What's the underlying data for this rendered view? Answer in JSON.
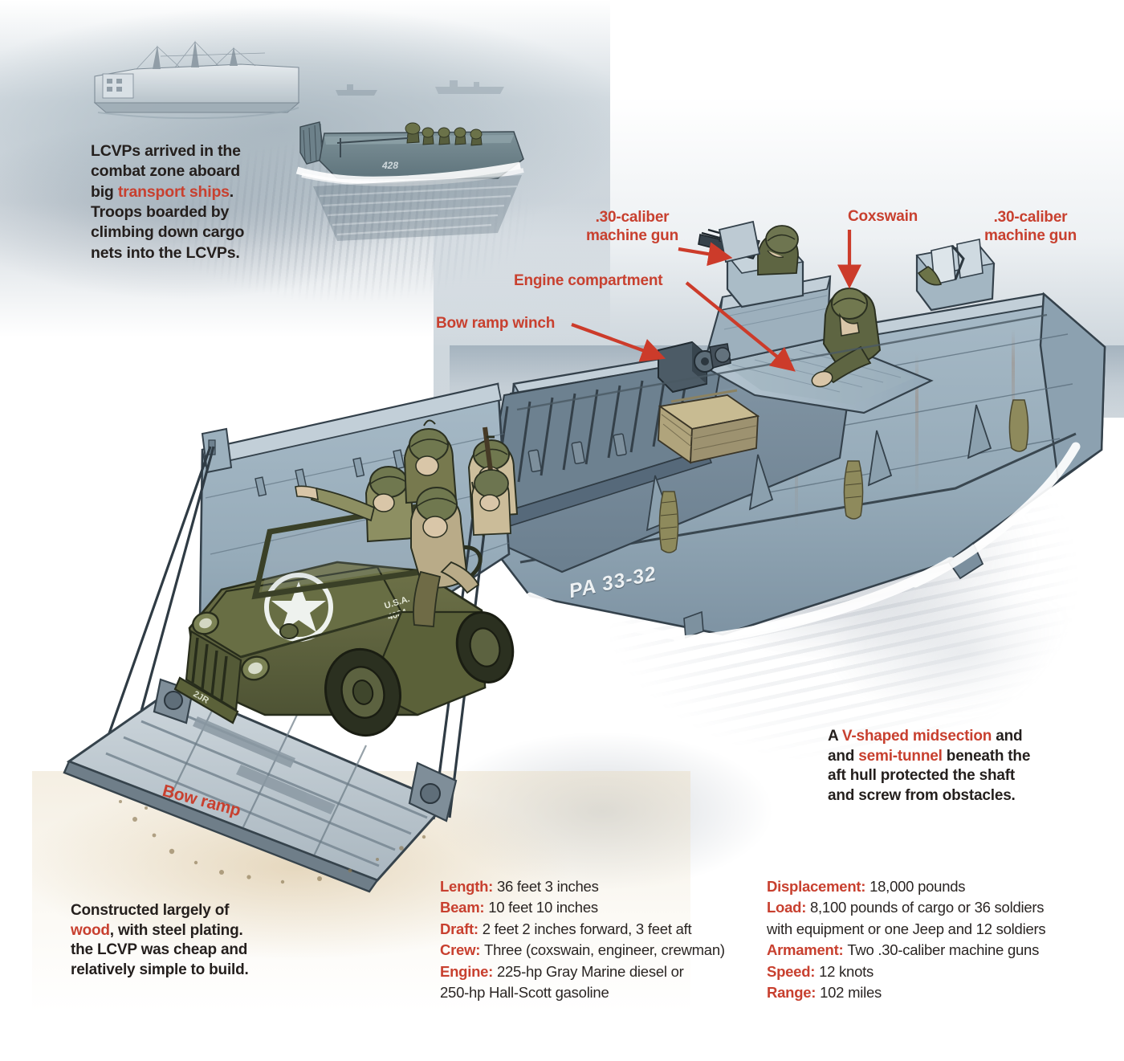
{
  "figure": {
    "subject": "LCVP (Landing Craft, Vehicle, Personnel) cutaway illustration",
    "hull_number": "PA 33-32"
  },
  "captions": {
    "transport": {
      "line1": "LCVPs arrived in the",
      "line2": "combat zone aboard",
      "line3_pre": "big ",
      "line3_hl": "transport ships",
      "line3_post": ".",
      "line4": "Troops boarded by",
      "line5": "climbing down cargo",
      "line6": "nets into the LCVPs."
    },
    "vshape": {
      "line1_pre": "A ",
      "line1_hl": "V-shaped midsection",
      "line1_post": " and",
      "line2_pre": "and ",
      "line2_hl": "semi-tunnel",
      "line2_post": " beneath the",
      "line3": "aft hull protected the shaft",
      "line4": "and screw from obstacles."
    },
    "wood": {
      "line1": "Constructed largely of",
      "line2_hl": "wood",
      "line2_post": ", with steel plating.",
      "line3": "the LCVP was cheap and",
      "line4": "relatively simple to build."
    }
  },
  "labels": {
    "machine_gun_left_l1": ".30-caliber",
    "machine_gun_left_l2": "machine gun",
    "engine_compartment": "Engine compartment",
    "bow_ramp_winch": "Bow ramp winch",
    "coxswain": "Coxswain",
    "machine_gun_right_l1": ".30-caliber",
    "machine_gun_right_l2": "machine gun",
    "bow_ramp": "Bow ramp"
  },
  "specs": {
    "left": [
      {
        "key": "Length:",
        "value": "36 feet 3 inches"
      },
      {
        "key": "Beam:",
        "value": "10 feet 10 inches"
      },
      {
        "key": "Draft:",
        "value": "2 feet 2 inches forward, 3 feet aft"
      },
      {
        "key": "Crew:",
        "value": "Three (coxswain, engineer, crewman)"
      },
      {
        "key": "Engine:",
        "value": "225-hp Gray Marine diesel or",
        "cont": "250-hp Hall-Scott gasoline"
      }
    ],
    "right": [
      {
        "key": "Displacement:",
        "value": "18,000 pounds"
      },
      {
        "key": "Load:",
        "value": "8,100 pounds of cargo or 36 soldiers",
        "cont": "with equipment or one Jeep and 12 soldiers"
      },
      {
        "key": "Armament:",
        "value": "Two .30-caliber machine guns"
      },
      {
        "key": "Speed:",
        "value": "12 knots"
      },
      {
        "key": "Range:",
        "value": "102 miles"
      }
    ]
  },
  "colors": {
    "accent_red": "#c8402f",
    "body_text": "#241f1d",
    "hull_gray": "#9aafbd",
    "hull_gray_dark": "#7f96a6",
    "olive_drab": "#5d6340",
    "sand": "#e3d4b0",
    "sea": "#93a6b3"
  }
}
